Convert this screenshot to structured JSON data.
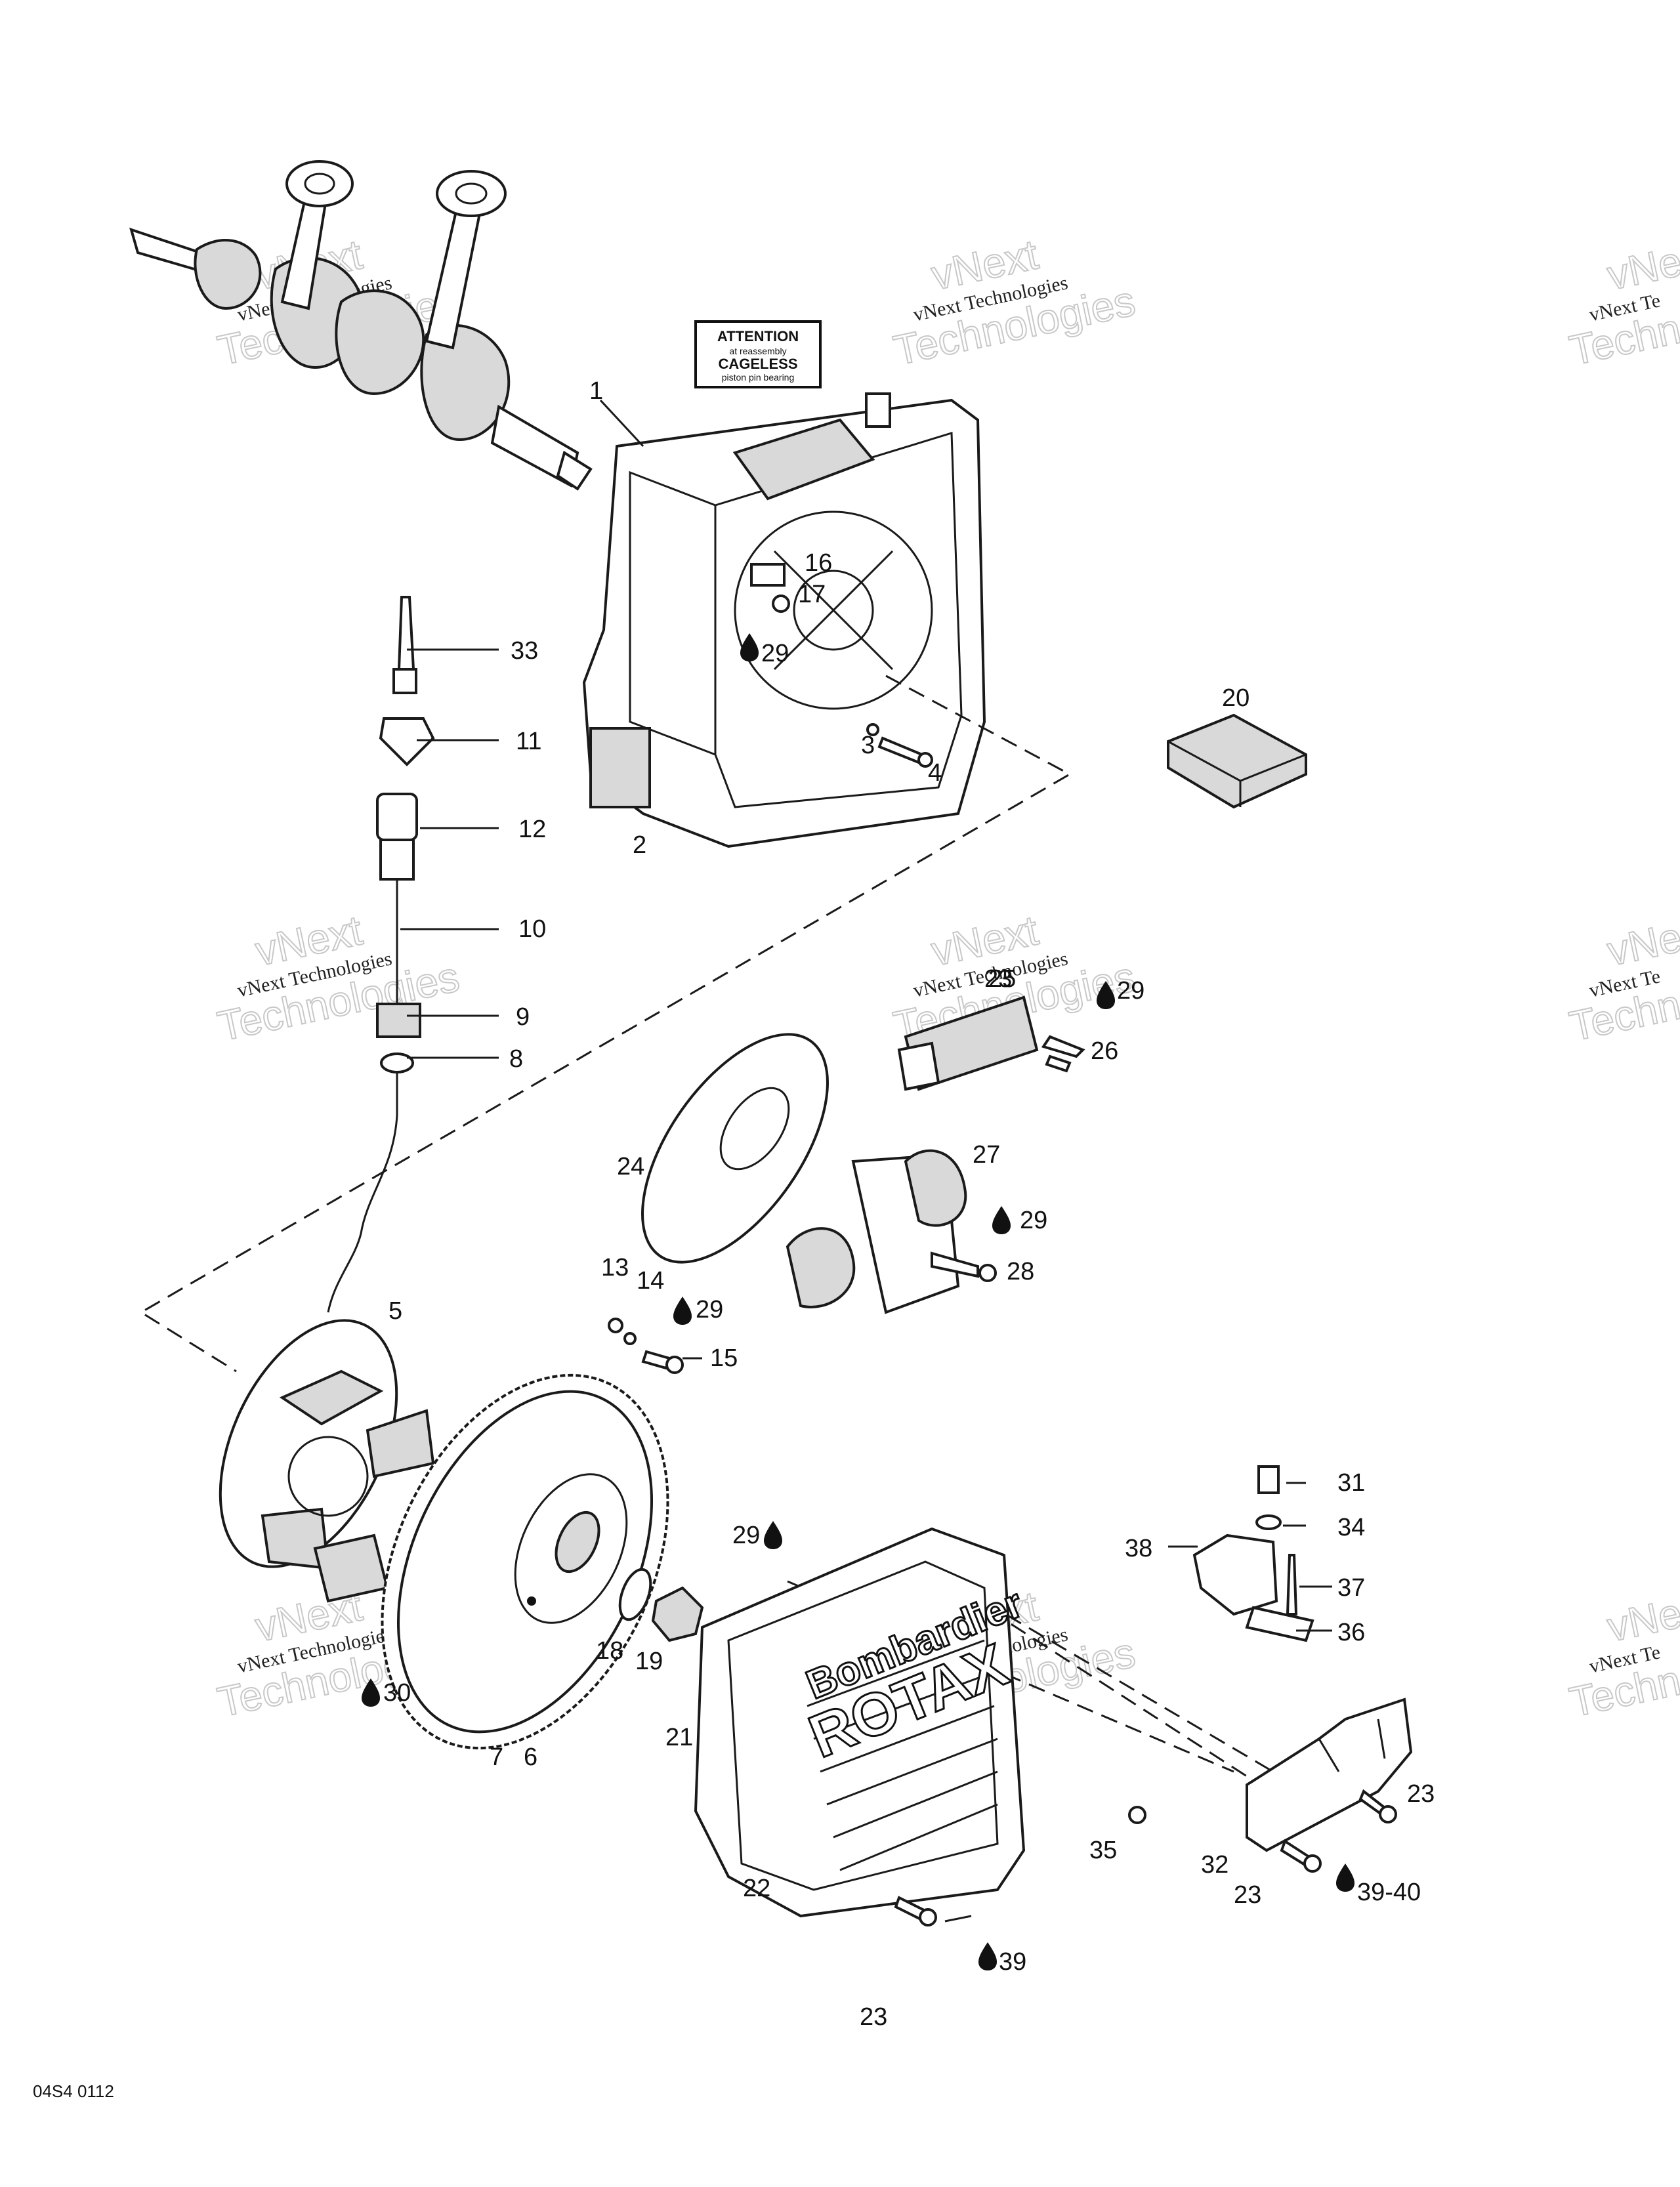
{
  "diagram": {
    "attention_label": {
      "line1": "ATTENTION",
      "line2": "at reassembly",
      "line3": "CAGELESS",
      "line4": "piston pin bearing"
    },
    "cover_brand": {
      "line1": "Bombardier",
      "line2": "ROTAX"
    },
    "watermarks": [
      {
        "small": "vNext Technologies",
        "big": "vNext"
      },
      {
        "small": "vNext Technologies",
        "big": "vNext"
      },
      {
        "small": "vNext Te",
        "big": "vNe"
      },
      {
        "small": "vNext Technologies",
        "big": "vNext"
      },
      {
        "small": "vNext Technologies",
        "big": "vNext"
      },
      {
        "small": "vNext Te",
        "big": "vNe"
      },
      {
        "small": "vNext Technologies",
        "big": "vNext"
      },
      {
        "small": "vNext Technologies",
        "big": "vNext"
      },
      {
        "small": "vNext Te",
        "big": "vNe"
      }
    ],
    "watermark_word": "Technologies",
    "callouts": [
      "1",
      "2",
      "3",
      "4",
      "5",
      "6",
      "7",
      "8",
      "9",
      "10",
      "11",
      "12",
      "13",
      "14",
      "15",
      "16",
      "17",
      "18",
      "19",
      "20",
      "21",
      "22",
      "23",
      "23",
      "23",
      "23",
      "24",
      "25",
      "26",
      "27",
      "28",
      "29",
      "29",
      "29",
      "29",
      "29",
      "30",
      "31",
      "32",
      "33",
      "34",
      "35",
      "36",
      "37",
      "38",
      "39",
      "39-40"
    ],
    "code": "04S4 0112"
  }
}
